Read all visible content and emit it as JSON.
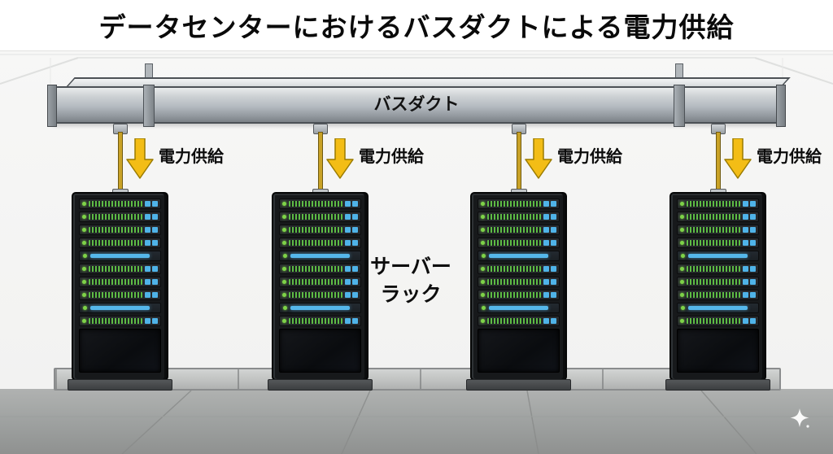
{
  "title": "データセンターにおけるバスダクトによる電力供給",
  "bus_duct": {
    "label": "バスダクト"
  },
  "power": {
    "label": "電力供給"
  },
  "rack_caption": {
    "line1": "サーバー",
    "line2": "ラック"
  },
  "rack": {
    "count": 4,
    "units": [
      "server",
      "server",
      "server",
      "server",
      "blue",
      "server",
      "server",
      "server",
      "blue",
      "server"
    ]
  },
  "colors": {
    "arrow_yellow": "#F3BD16",
    "duct_gray": "#B7BCC1",
    "wall_white": "#F5F5F4",
    "floor_gray": "#A9ABAA",
    "rack_black": "#17191B",
    "led_green": "#7ED348",
    "indicator_blue": "#4FB3E8",
    "cable_gold": "#C9A227"
  }
}
